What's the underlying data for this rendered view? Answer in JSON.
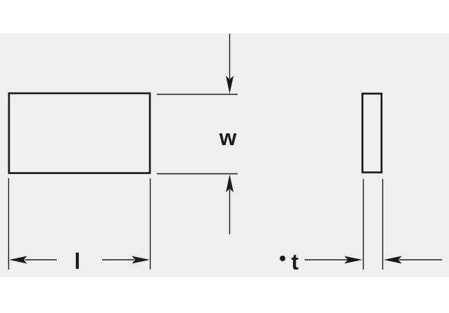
{
  "canvas": {
    "background_color": "#efefef",
    "page_color": "#ffffff",
    "line_color": "#1a1a1a"
  },
  "diagram": {
    "type": "engineering-dimension-drawing",
    "labels": {
      "width": "w",
      "length": "l",
      "thickness": "t",
      "thickness_bullet": "•"
    }
  }
}
